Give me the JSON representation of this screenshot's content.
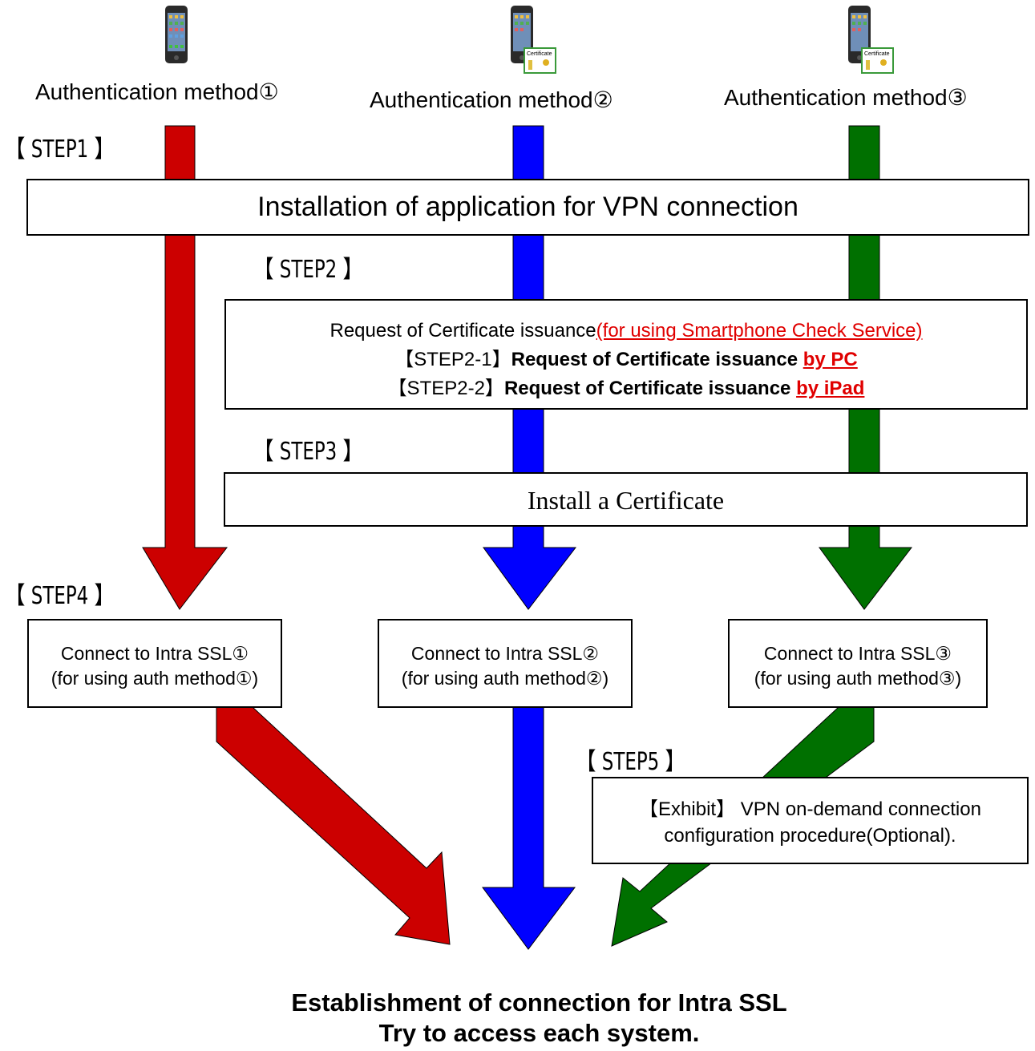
{
  "methods": [
    {
      "label": "Authentication method①",
      "icon": "smartphone-icon",
      "color": "#cc0000"
    },
    {
      "label": "Authentication method②",
      "icon": "smartphone-certificate-icon",
      "color": "#0000ff"
    },
    {
      "label": "Authentication method③",
      "icon": "smartphone-certificate-icon",
      "color": "#007000"
    }
  ],
  "certificate_icon_text": "Certificate",
  "steps": {
    "step1": "【 STEP1 】",
    "step2": "【 STEP2 】",
    "step3": "【 STEP3 】",
    "step4": "【 STEP4 】",
    "step5": "【 STEP5 】"
  },
  "install_app": "Installation of application for VPN connection",
  "request": {
    "title": "Request of Certificate issuance",
    "title_note": "(for using Smartphone Check Service)",
    "sub1_prefix": "【STEP2-1】",
    "sub1_bold": "Request of Certificate issuance ",
    "sub1_link": "by PC",
    "sub2_prefix": "【STEP2-2】",
    "sub2_bold": "Request of Certificate issuance ",
    "sub2_link": "by iPad"
  },
  "install_cert": "Install a Certificate",
  "connect": [
    {
      "line1": "Connect to Intra SSL①",
      "line2": "(for using auth method①)"
    },
    {
      "line1": "Connect to Intra SSL②",
      "line2": "(for using auth method②)"
    },
    {
      "line1": "Connect to Intra SSL③",
      "line2": "(for using auth method③)"
    }
  ],
  "exhibit": {
    "line1": "【Exhibit】 VPN on-demand connection",
    "line2": "configuration procedure(Optional)."
  },
  "final": {
    "line1": "Establishment of connection for Intra SSL",
    "line2": "Try to access each system."
  },
  "colors": {
    "red": "#cc0000",
    "blue": "#0000ff",
    "green": "#007000"
  }
}
